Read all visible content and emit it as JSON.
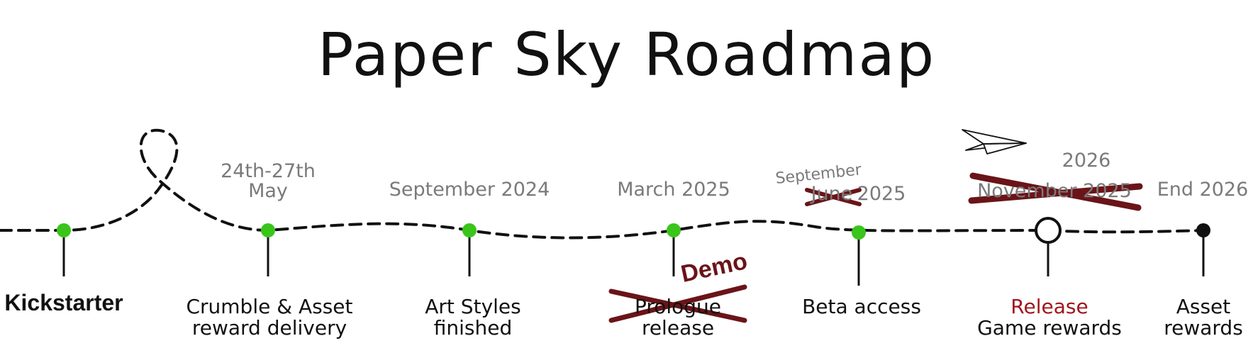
{
  "title": "Paper Sky Roadmap",
  "milestones": [
    {
      "date": "",
      "label_lines": [
        "Kickstarter"
      ],
      "status": "done"
    },
    {
      "date_lines": [
        "24th-27th",
        "May"
      ],
      "label_lines": [
        "Crumble & Asset",
        "reward delivery"
      ],
      "status": "done"
    },
    {
      "date_lines": [
        "September 2024"
      ],
      "label_lines": [
        "Art Styles",
        "finished"
      ],
      "status": "done"
    },
    {
      "date_lines": [
        "March 2025"
      ],
      "label_lines": [
        "Prologue",
        "release"
      ],
      "struck_label": "Prologue",
      "replacement_label": "Demo",
      "status": "done"
    },
    {
      "date_lines": [
        "June 2025"
      ],
      "struck_date_part": "June",
      "date_suffix": "2025",
      "replacement_date": "September",
      "label_lines": [
        "Beta access"
      ],
      "status": "done"
    },
    {
      "date_lines": [
        "November 2025"
      ],
      "struck_date": "November 2025",
      "replacement_date": "2026",
      "label_lines": [
        "Release",
        "Game rewards"
      ],
      "status": "upcoming"
    },
    {
      "date_lines": [
        "End 2026"
      ],
      "label_lines": [
        "Asset",
        "rewards"
      ],
      "status": "future"
    }
  ],
  "colors": {
    "done_dot": "#3ac51b",
    "line": "#111111",
    "strike": "#6a1418",
    "date_text": "#7a7a7a",
    "release_text": "#a0161c"
  },
  "icons": [
    "paper-plane-icon"
  ]
}
